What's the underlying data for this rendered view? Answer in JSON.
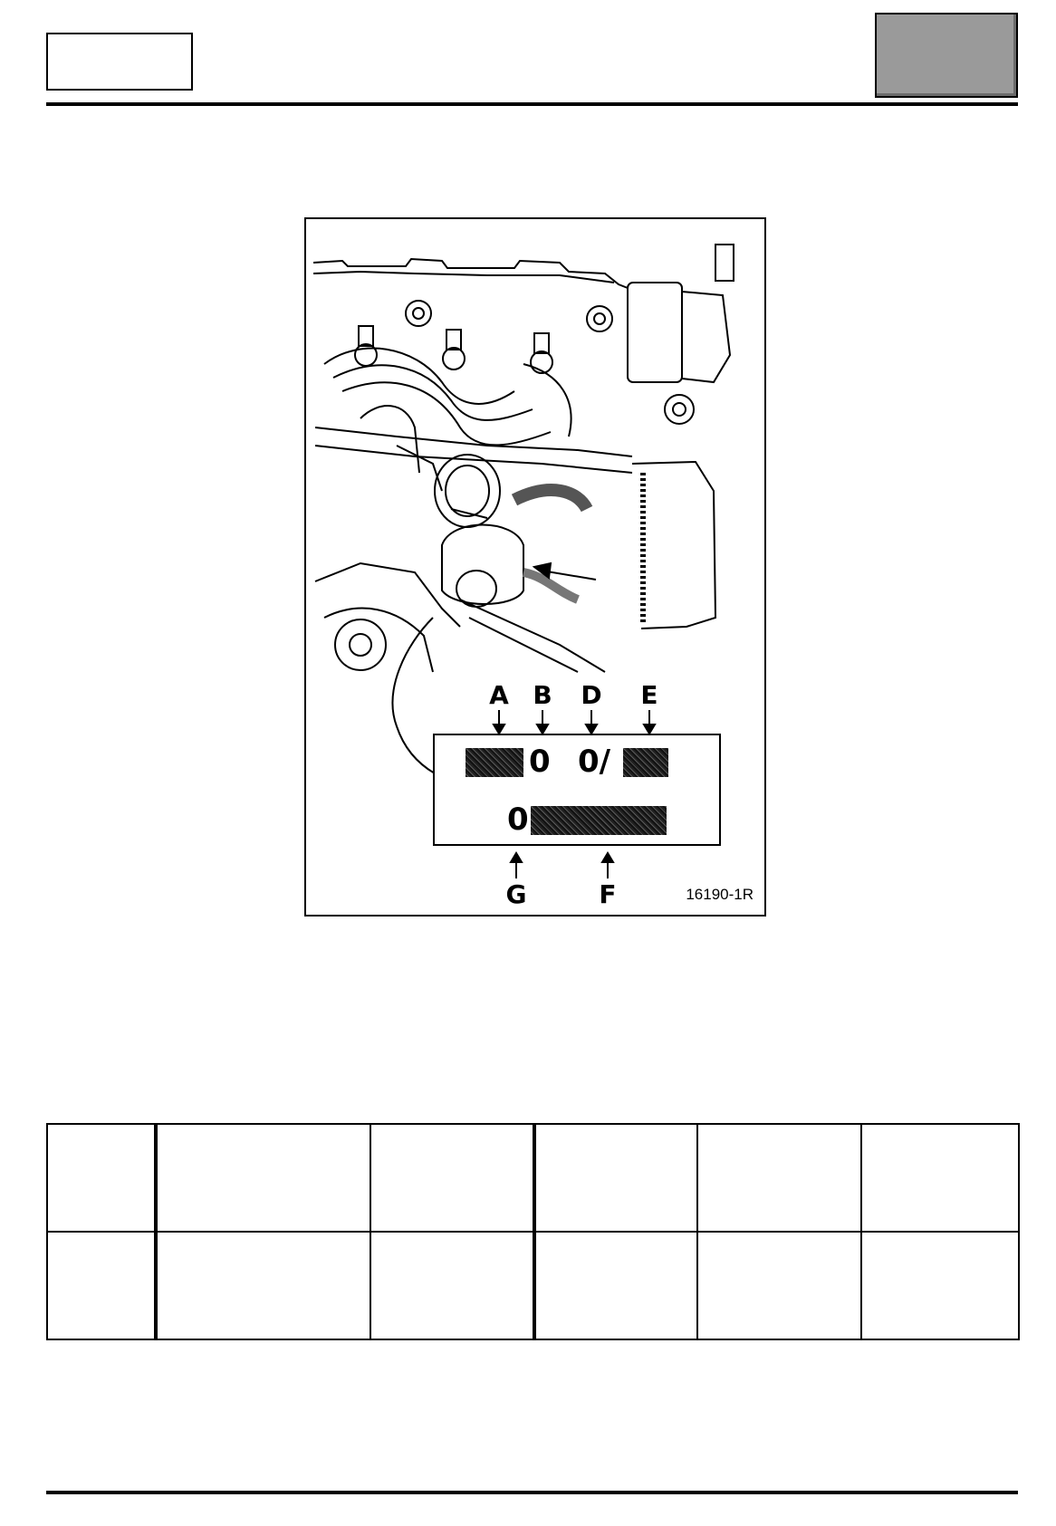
{
  "header": {
    "tab_label": "",
    "section_code": ""
  },
  "figure": {
    "callouts": {
      "a": "A",
      "b": "B",
      "d": "D",
      "e": "E",
      "g": "G",
      "f": "F"
    },
    "plate": {
      "digit_b": "0",
      "digit_d": "0/",
      "digit_g": "0"
    },
    "reference_code": "16190-1R"
  },
  "table": {
    "rows": [
      [
        "",
        "",
        "",
        "",
        "",
        ""
      ],
      [
        "",
        "",
        "",
        "",
        "",
        ""
      ]
    ]
  },
  "colors": {
    "header_box_fill": "#9a9a9a",
    "rule": "#000000"
  }
}
